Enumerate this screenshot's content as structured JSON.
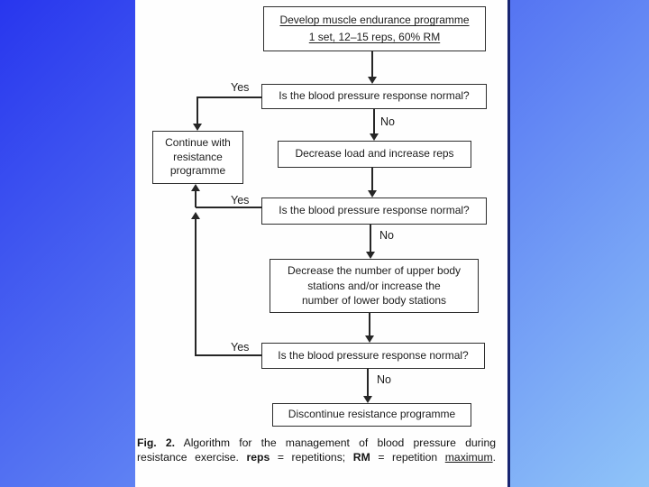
{
  "background": {
    "gradient_start": "#2836ee",
    "gradient_end": "#8fc4f8",
    "panel_color": "#fefefe",
    "panel_border_color": "#182571"
  },
  "flowchart": {
    "develop_box": {
      "line1": "Develop muscle endurance programme",
      "line2": "1 set, 12–15 reps, 60% RM"
    },
    "decision1": "Is the blood pressure response normal?",
    "decrease_load_box": "Decrease load and increase reps",
    "decision2": "Is the blood pressure response normal?",
    "stations_box": {
      "line1": "Decrease the number of upper body",
      "line2": "stations and/or increase the",
      "line3": "number of lower body stations"
    },
    "decision3": "Is the blood pressure response normal?",
    "continue_box": {
      "line1": "Continue with",
      "line2": "resistance",
      "line3": "programme"
    },
    "discontinue_box": "Discontinue resistance programme",
    "labels": {
      "yes1": "Yes",
      "yes2": "Yes",
      "yes3": "Yes",
      "no1": "No",
      "no2": "No",
      "no3": "No"
    }
  },
  "caption": {
    "line1": {
      "fig_label": "Fig. 2.",
      "text": "Algorithm for the management of blood pressure during"
    },
    "line2": {
      "pre": "resistance exercise.",
      "reps_term": "reps",
      "reps_eq": "= repetitions;",
      "rm_term": "RM",
      "rm_eq": "= repetition",
      "max_word": "maximum",
      "end": "."
    }
  }
}
